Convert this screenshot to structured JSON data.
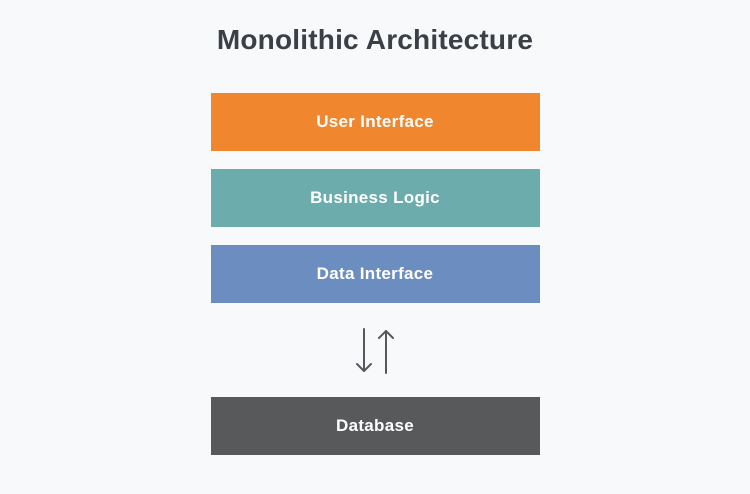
{
  "title": "Monolithic Architecture",
  "layers": [
    {
      "label": "User Interface",
      "color": "#F0862D"
    },
    {
      "label": "Business Logic",
      "color": "#6DACAD"
    },
    {
      "label": "Data Interface",
      "color": "#6C8DBF"
    }
  ],
  "database": {
    "label": "Database",
    "color": "#58595B"
  },
  "arrows": {
    "down_icon": "down-arrow",
    "up_icon": "up-arrow",
    "color": "#55585C"
  },
  "colors": {
    "background": "#F8F9FB",
    "title_text": "#3B4046",
    "box_text": "#FFFFFF"
  }
}
